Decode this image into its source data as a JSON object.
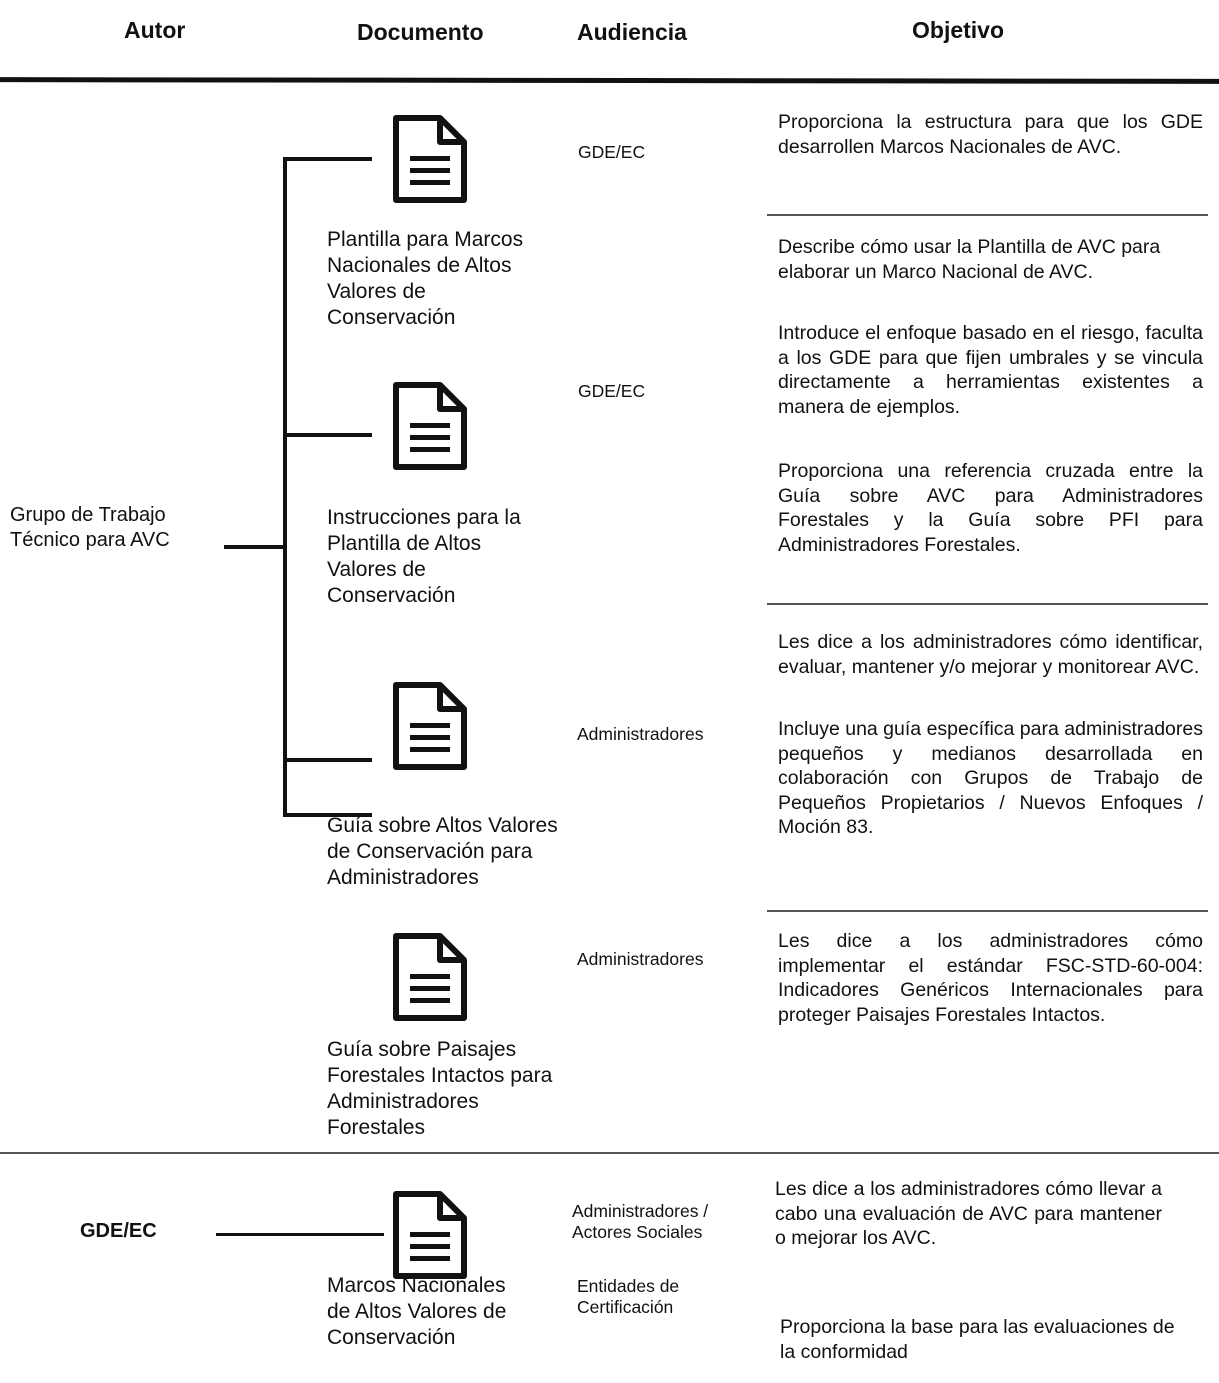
{
  "headers": {
    "autor": "Autor",
    "documento": "Documento",
    "audiencia": "Audiencia",
    "objetivo": "Objetivo"
  },
  "authors": {
    "group": "Grupo de Trabajo\nTécnico para AVC",
    "gde": "GDE/EC"
  },
  "documents": [
    {
      "title": "Plantilla para Marcos\nNacionales de Altos\nValores de\nConservación",
      "audience": "GDE/EC",
      "objectives": [
        "Proporciona la estructura para que los GDE desarrollen Marcos Nacionales de AVC."
      ]
    },
    {
      "title": "Instrucciones para la\nPlantilla de Altos\nValores de\nConservación",
      "audience": "GDE/EC",
      "objectives": [
        "Describe cómo usar la Plantilla de AVC para elaborar un Marco Nacional de AVC.",
        "Introduce el enfoque basado en el riesgo, faculta a los GDE para que fijen umbrales y se vincula directamente a herramientas existentes a manera de ejemplos.",
        "Proporciona una referencia cruzada entre la Guía sobre AVC para Administradores Forestales y la Guía sobre PFI para Administradores Forestales."
      ]
    },
    {
      "title": "Guía sobre Altos Valores\nde Conservación para\nAdministradores",
      "audience": "Administradores",
      "objectives": [
        "Les dice a los administradores cómo identificar, evaluar, mantener y/o mejorar y monitorear AVC.",
        "Incluye una guía específica para administradores pequeños y medianos desarrollada en colaboración con Grupos de Trabajo de Pequeños Propietarios / Nuevos Enfoques / Moción 83."
      ]
    },
    {
      "title": "Guía sobre Paisajes\nForestales Intactos para\nAdministradores\nForestales",
      "audience": "Administradores",
      "objectives": [
        "Les dice a los administradores cómo implementar el estándar FSC-STD-60-004: Indicadores Genéricos Internacionales para proteger Paisajes Forestales Intactos."
      ]
    },
    {
      "title": "Marcos Nacionales\nde Altos Valores de\nConservación",
      "audience": "Administradores /\nActores Sociales",
      "audience2": "Entidades de\nCertificación",
      "objectives": [
        "Les dice a los administradores cómo llevar a cabo una evaluación de AVC para mantener o mejorar los AVC.",
        "Proporciona la base para las evaluaciones de la conformidad"
      ]
    }
  ]
}
